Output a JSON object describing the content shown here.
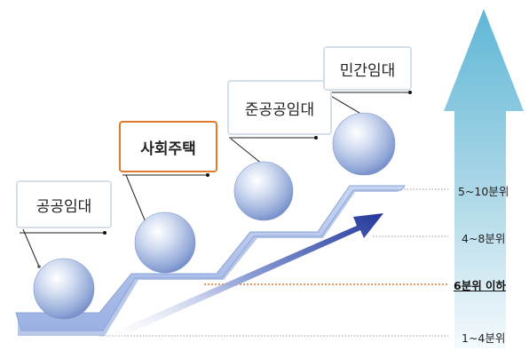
{
  "stages": [
    {
      "label": "공공임대",
      "highlight": false
    },
    {
      "label": "사회주택",
      "highlight": true
    },
    {
      "label": "준공공임대",
      "highlight": false
    },
    {
      "label": "민간임대",
      "highlight": false
    }
  ],
  "income_levels": [
    {
      "label": "5~10분위",
      "highlight": false
    },
    {
      "label": "4~8분위",
      "highlight": false
    },
    {
      "label": "6분위 이하",
      "highlight": true
    },
    {
      "label": "1~4분위",
      "highlight": false
    }
  ],
  "colors": {
    "step": "#a9bde6",
    "step_edge": "#7f9bd6",
    "highlight": "#e07a2c",
    "arrow_dark": "#2a3d8f",
    "up_arrow": "#7fc4dc"
  }
}
